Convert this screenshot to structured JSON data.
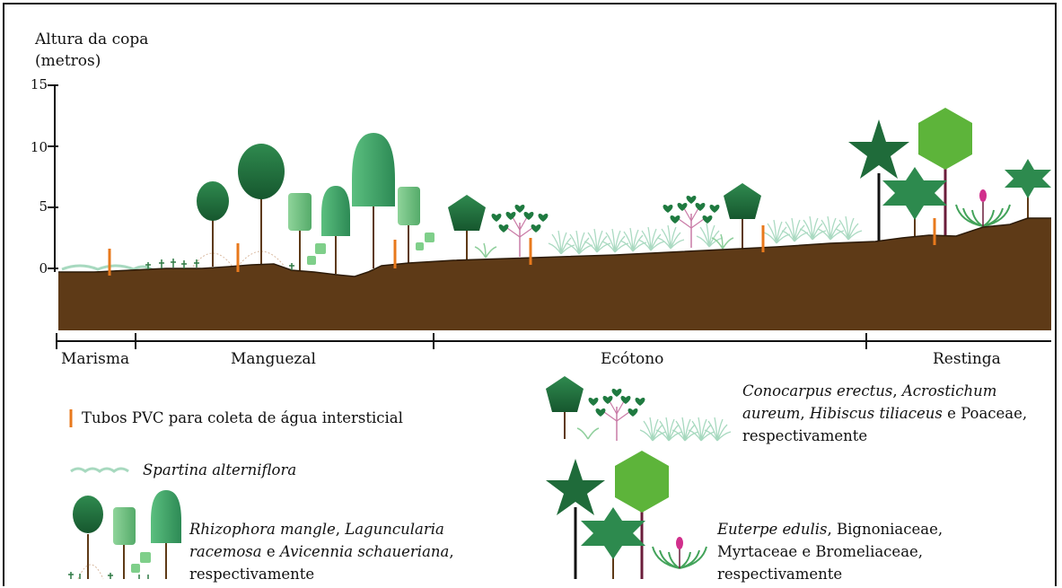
{
  "y_axis": {
    "title_line1": "Altura da copa",
    "title_line2": "(metros)",
    "ticks": [
      "15",
      "10",
      "5",
      "0"
    ]
  },
  "zones": [
    "Marisma",
    "Manguezal",
    "Ecótono",
    "Restinga"
  ],
  "legend": {
    "pvc": "Tubos PVC para coleta de água intersticial",
    "spartina": "Spartina alterniflora",
    "mangrove": {
      "sp1": "Rhizophora mangle",
      "sep1": ", ",
      "sp2": "Laguncularia racemosa",
      "sep2": " e ",
      "sp3": "Avicennia schaueriana",
      "tail": ", respectivamente"
    },
    "ecotone": {
      "sp1": "Conocarpus erectus",
      "sep1": ", ",
      "sp2": "Acrostichum aureum",
      "sep2": ", ",
      "sp3": "Hibiscus tiliaceus",
      "tail": " e Poaceae, respectivamente"
    },
    "restinga": {
      "sp1": "Euterpe edulis",
      "tail": ", Bignoniaceae, Myrtaceae e Bromeliaceae, respectivamente"
    }
  },
  "colors": {
    "soil": "#5e3a17",
    "pvc": "#e8791c",
    "dark_green": "#1e6b3a",
    "mid_green": "#3a9a5a",
    "light_green": "#6cbf78",
    "grass": "#a7d9bf",
    "hibiscus_stem": "#c97aa6",
    "bromeliad_flower": "#d12f8c",
    "palm_stem": "#6b1d3b"
  }
}
